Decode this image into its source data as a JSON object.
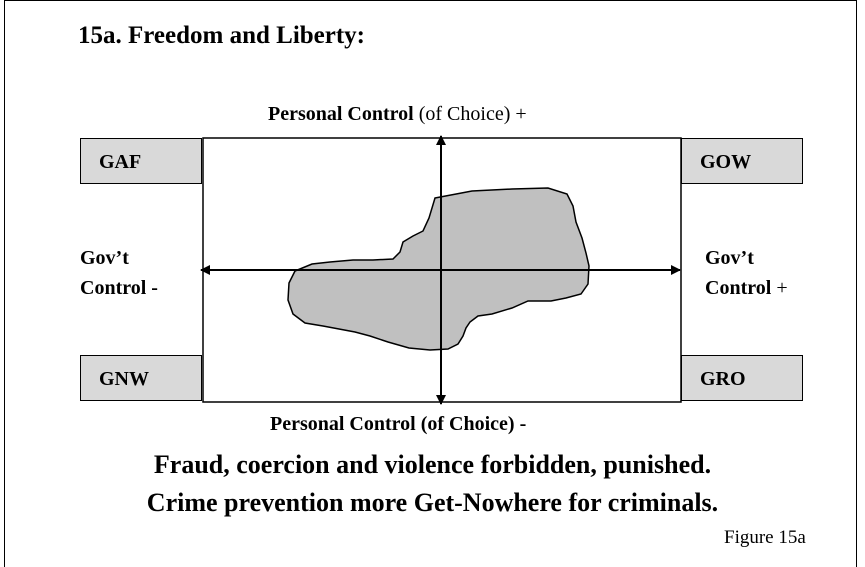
{
  "title": "15a.  Freedom and Liberty:",
  "axes": {
    "top_label_bold": "Personal Control",
    "top_label_rest": " (of Choice) +",
    "bottom_label_bold": "Personal Control",
    "bottom_label_rest": " (of Choice) -",
    "left_line1": "Gov’t",
    "left_line2": "Control -",
    "right_line1": "Gov’t",
    "right_line2_bold": "Control",
    "right_line2_rest": " +"
  },
  "quadrants": {
    "top_left": "GAF",
    "top_right": "GOW",
    "bottom_left": "GNW",
    "bottom_right": "GRO"
  },
  "captions": [
    "Fraud, coercion and violence forbidden, punished.",
    "Crime prevention more Get-Nowhere for criminals."
  ],
  "figure_label": "Figure 15a",
  "colors": {
    "blob_fill": "#c0c0c0",
    "box_fill": "#d9d9d9",
    "line": "#000000"
  }
}
